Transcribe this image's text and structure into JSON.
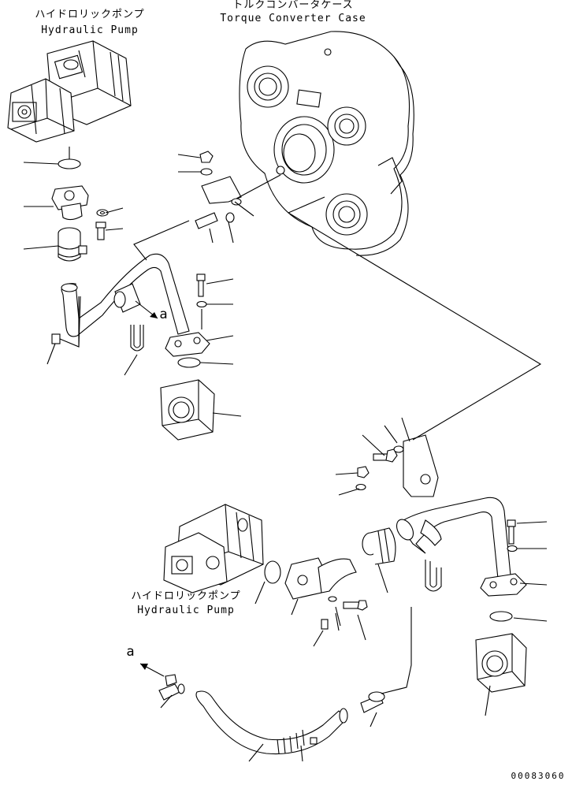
{
  "labels": {
    "hydraulic_pump_top_jp": "ハイドロリックポンプ",
    "hydraulic_pump_top_en": "Hydraulic Pump",
    "torque_converter_jp": "トルクコンバータケース",
    "torque_converter_en": "Torque Converter Case",
    "hydraulic_pump_bottom_jp": "ハイドロリックポンプ",
    "hydraulic_pump_bottom_en": "Hydraulic Pump",
    "ref_a_upper": "a",
    "ref_a_lower": "a",
    "drawing_number": "00083060"
  }
}
